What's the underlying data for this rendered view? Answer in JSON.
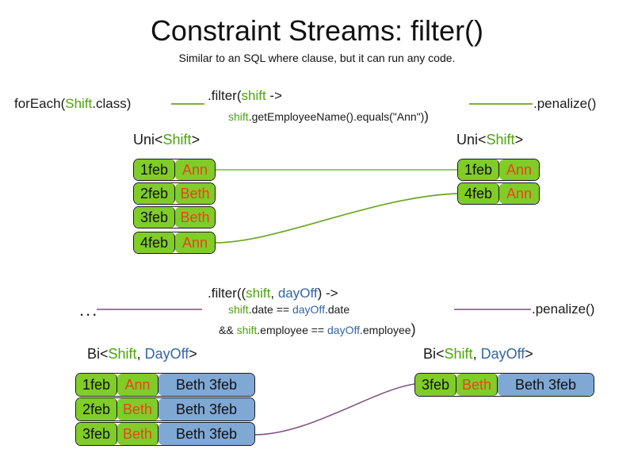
{
  "header": {
    "title": "Constraint Streams: filter()",
    "subtitle": "Similar to an SQL where clause, but it can run any code."
  },
  "colors": {
    "shift_green": "#80cc28",
    "dayoff_blue": "#7fa8d4",
    "name_orange": "#e8441c",
    "shift_keyword": "#4ca409",
    "dayoff_keyword": "#3465a4",
    "connector_green": "#6aa621",
    "connector_purple": "#7a4f7f"
  },
  "uni_example": {
    "source_label": {
      "prefix": "forEach(",
      "type": "Shift",
      "suffix": ".class)"
    },
    "filter_code": {
      "line1_a": ".filter(",
      "line1_param": "shift",
      "line1_b": " ->",
      "line2_var": "shift",
      "line2_rest": ".getEmployeeName().equals(\"Ann\")",
      "line2_close": ")"
    },
    "terminal_label": ".penalize()",
    "input_stream_type": {
      "prefix": "Uni<",
      "generic": "Shift",
      "suffix": ">"
    },
    "output_stream_type": {
      "prefix": "Uni<",
      "generic": "Shift",
      "suffix": ">"
    },
    "input_rows": [
      {
        "date": "1feb",
        "name": "Ann"
      },
      {
        "date": "2feb",
        "name": "Beth"
      },
      {
        "date": "3feb",
        "name": "Beth"
      },
      {
        "date": "4feb",
        "name": "Ann"
      }
    ],
    "output_rows": [
      {
        "date": "1feb",
        "name": "Ann"
      },
      {
        "date": "4feb",
        "name": "Ann"
      }
    ]
  },
  "bi_example": {
    "source_label": "...",
    "filter_code": {
      "line1_a": ".filter((",
      "line1_p1": "shift",
      "line1_sep": ", ",
      "line1_p2": "dayOff",
      "line1_b": ") ->",
      "line2_v1": "shift",
      "line2_t1": ".date == ",
      "line2_v2": "dayOff",
      "line2_t2": ".date",
      "line3_pre": "&& ",
      "line3_v1": "shift",
      "line3_t1": ".employee == ",
      "line3_v2": "dayOff",
      "line3_t2": ".employee",
      "line3_close": ")"
    },
    "terminal_label": ".penalize()",
    "input_stream_type": {
      "prefix": "Bi<",
      "generic1": "Shift",
      "sep": ", ",
      "generic2": "DayOff",
      "suffix": ">"
    },
    "output_stream_type": {
      "prefix": "Bi<",
      "generic1": "Shift",
      "sep": ", ",
      "generic2": "DayOff",
      "suffix": ">"
    },
    "input_rows": [
      {
        "date": "1feb",
        "name": "Ann",
        "dayoff": "Beth 3feb"
      },
      {
        "date": "2feb",
        "name": "Beth",
        "dayoff": "Beth 3feb"
      },
      {
        "date": "3feb",
        "name": "Beth",
        "dayoff": "Beth 3feb"
      }
    ],
    "output_rows": [
      {
        "date": "3feb",
        "name": "Beth",
        "dayoff": "Beth 3feb"
      }
    ]
  }
}
